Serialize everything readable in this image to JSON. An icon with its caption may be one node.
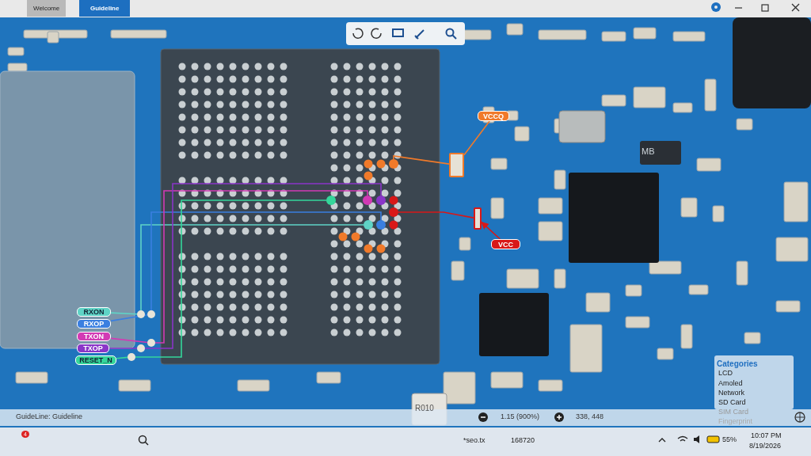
{
  "diagram": {
    "nodes": [
      {
        "text": [
          "RXON"
        ]
      },
      {
        "text": [
          "RXOP"
        ]
      },
      {
        "text": [
          "TXON"
        ]
      },
      {
        "text": [
          "TXOP"
        ]
      },
      {
        "text": [
          "RESET_N"
        ]
      },
      {
        "text": [],
        "shape": "circle"
      },
      {
        "text": [],
        "shape": "circle"
      },
      {
        "text": [],
        "shape": "circle"
      },
      {
        "text": [],
        "shape": "circle"
      },
      {
        "text": [],
        "shape": "circle"
      },
      {
        "text": [],
        "shape": "circle"
      },
      {
        "text": [],
        "shape": "circle"
      },
      {
        "text": [],
        "shape": "circle"
      },
      {
        "text": [],
        "shape": "circle"
      },
      {
        "text": [],
        "shape": "circle"
      },
      {
        "text": [
          "VCCQ"
        ]
      },
      {
        "text": [],
        "shape": "box"
      },
      {
        "text": [],
        "shape": "circle"
      },
      {
        "text": [
          "VCC"
        ]
      },
      {
        "text": [],
        "shape": "box"
      },
      {
        "text": [],
        "shape": "circle"
      }
    ],
    "edges": [
      {
        "from": 0,
        "to": 5,
        "arrow": "none",
        "color": "#5fd3c6"
      },
      {
        "from": 5,
        "to": 13,
        "arrow": "none",
        "color": "#5fd3c6"
      },
      {
        "from": 1,
        "to": 6,
        "arrow": "none",
        "color": "#3a7fe0"
      },
      {
        "from": 6,
        "to": 14,
        "arrow": "none",
        "color": "#3a7fe0"
      },
      {
        "from": 2,
        "to": 7,
        "arrow": "none",
        "color": "#d23ab4"
      },
      {
        "from": 7,
        "to": 11,
        "arrow": "none",
        "color": "#d23ab4"
      },
      {
        "from": 3,
        "to": 8,
        "arrow": "none",
        "color": "#8a35c8"
      },
      {
        "from": 8,
        "to": 12,
        "arrow": "none",
        "color": "#8a35c8"
      },
      {
        "from": 4,
        "to": 9,
        "arrow": "none",
        "color": "#35d69a"
      },
      {
        "from": 9,
        "to": 10,
        "arrow": "none",
        "color": "#35d69a"
      },
      {
        "from": 15,
        "to": 16,
        "arrow": "none",
        "color": "#f07a2a"
      },
      {
        "from": 16,
        "to": 17,
        "arrow": "none",
        "color": "#f07a2a"
      },
      {
        "from": 18,
        "to": 19,
        "arrow": "to",
        "color": "#d81818"
      },
      {
        "from": 19,
        "to": 20,
        "arrow": "none",
        "color": "#d81818"
      }
    ],
    "labels": [
      "Welcome",
      "Guideline",
      "MB",
      "Categories",
      "LCD",
      "Amoled",
      "Network",
      "SD Card",
      "SIM Card",
      "Fingerprint",
      "R010",
      "GuideLine: Guideline",
      "1.15 (900%)",
      "338, 448",
      "4",
      "*seo.tx",
      "168720",
      "55%",
      "10:07 PM",
      "8/19/2026"
    ]
  }
}
